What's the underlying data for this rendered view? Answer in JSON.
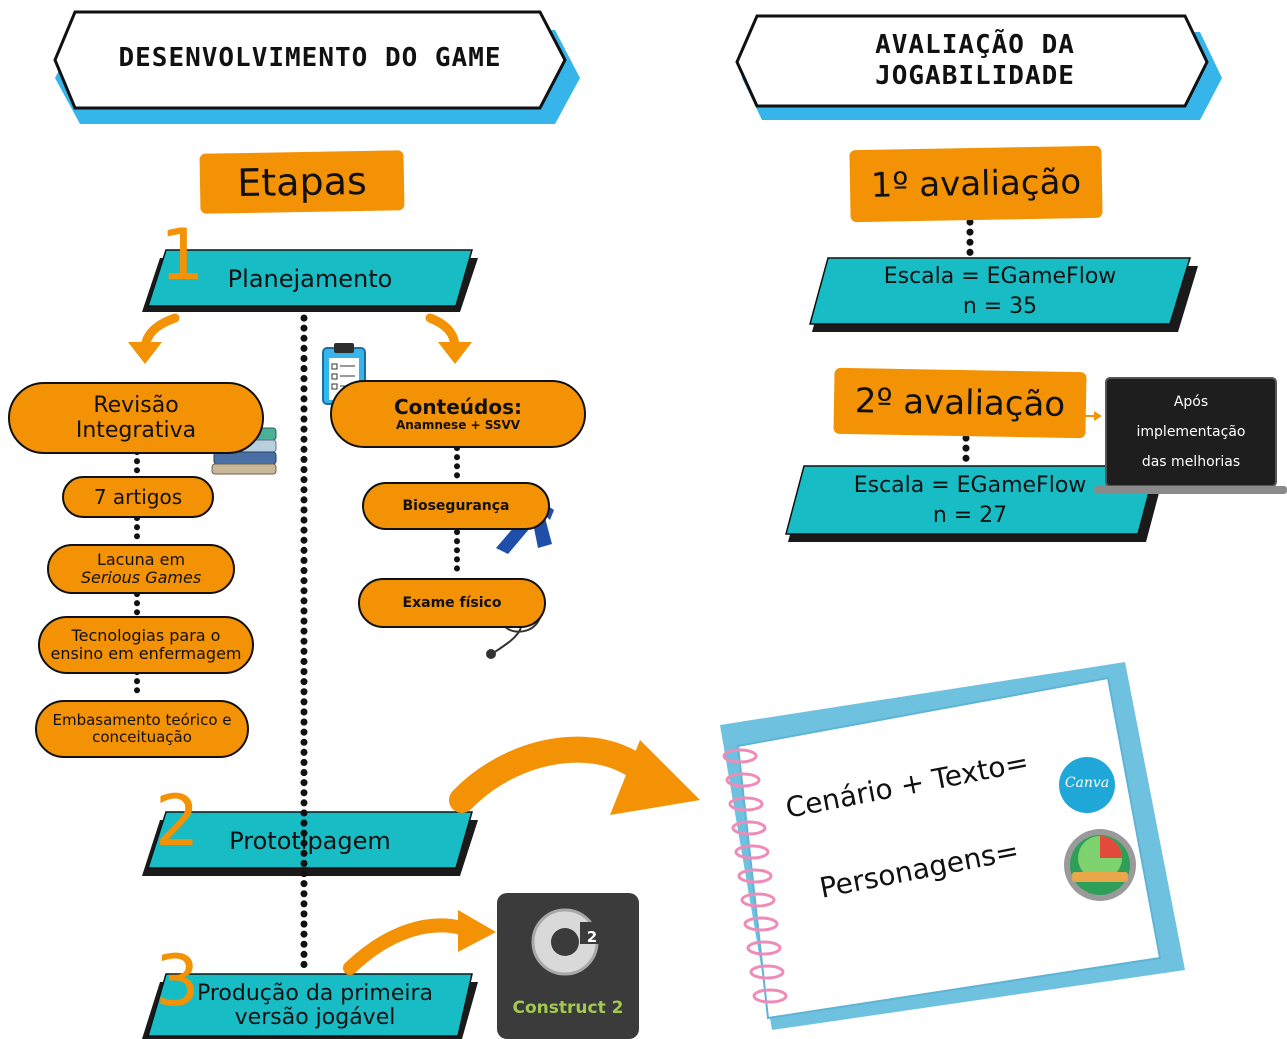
{
  "left_header": {
    "title": "DESENVOLVIMENTO DO GAME"
  },
  "right_header": {
    "title_line1": "AVALIAÇÃO DA",
    "title_line2": "JOGABILIDADE"
  },
  "etapas_label": "Etapas",
  "steps": [
    {
      "number": "1",
      "label": "Planejamento"
    },
    {
      "number": "2",
      "label": "Prototipagem"
    },
    {
      "number": "3",
      "label_line1": "Produção da primeira",
      "label_line2": "versão jogável"
    }
  ],
  "revisao": {
    "title_line1": "Revisão",
    "title_line2": "Integrativa",
    "items": [
      {
        "line1": "7 artigos"
      },
      {
        "line1": "Lacuna em",
        "line2": "Serious Games"
      },
      {
        "line1": "Tecnologias para o",
        "line2": "ensino em enfermagem"
      },
      {
        "line1": "Embasamento teórico e",
        "line2": "conceituação"
      }
    ]
  },
  "conteudos": {
    "title": "Conteúdos:",
    "subtitle": "Anamnese + SSVV",
    "items": [
      "Biosegurança",
      "Exame físico"
    ]
  },
  "construct_logo": {
    "text": "Construct 2",
    "badge": "2"
  },
  "evaluations": [
    {
      "label": "1º avaliação",
      "scale": "Escala = EGameFlow",
      "n": "n = 35"
    },
    {
      "label": "2º avaliação",
      "scale": "Escala = EGameFlow",
      "n": "n = 27"
    }
  ],
  "laptop_note": {
    "line1": "Após",
    "line2": "implementação",
    "line3": "das melhorias"
  },
  "notebook": {
    "line1": "Cenário + Texto=",
    "line2": "Personagens=",
    "canva_logo": "Canva"
  },
  "colors": {
    "orange": "#f39205",
    "teal": "#17bcc4",
    "sky": "#36b5ea",
    "dark": "#111111"
  }
}
